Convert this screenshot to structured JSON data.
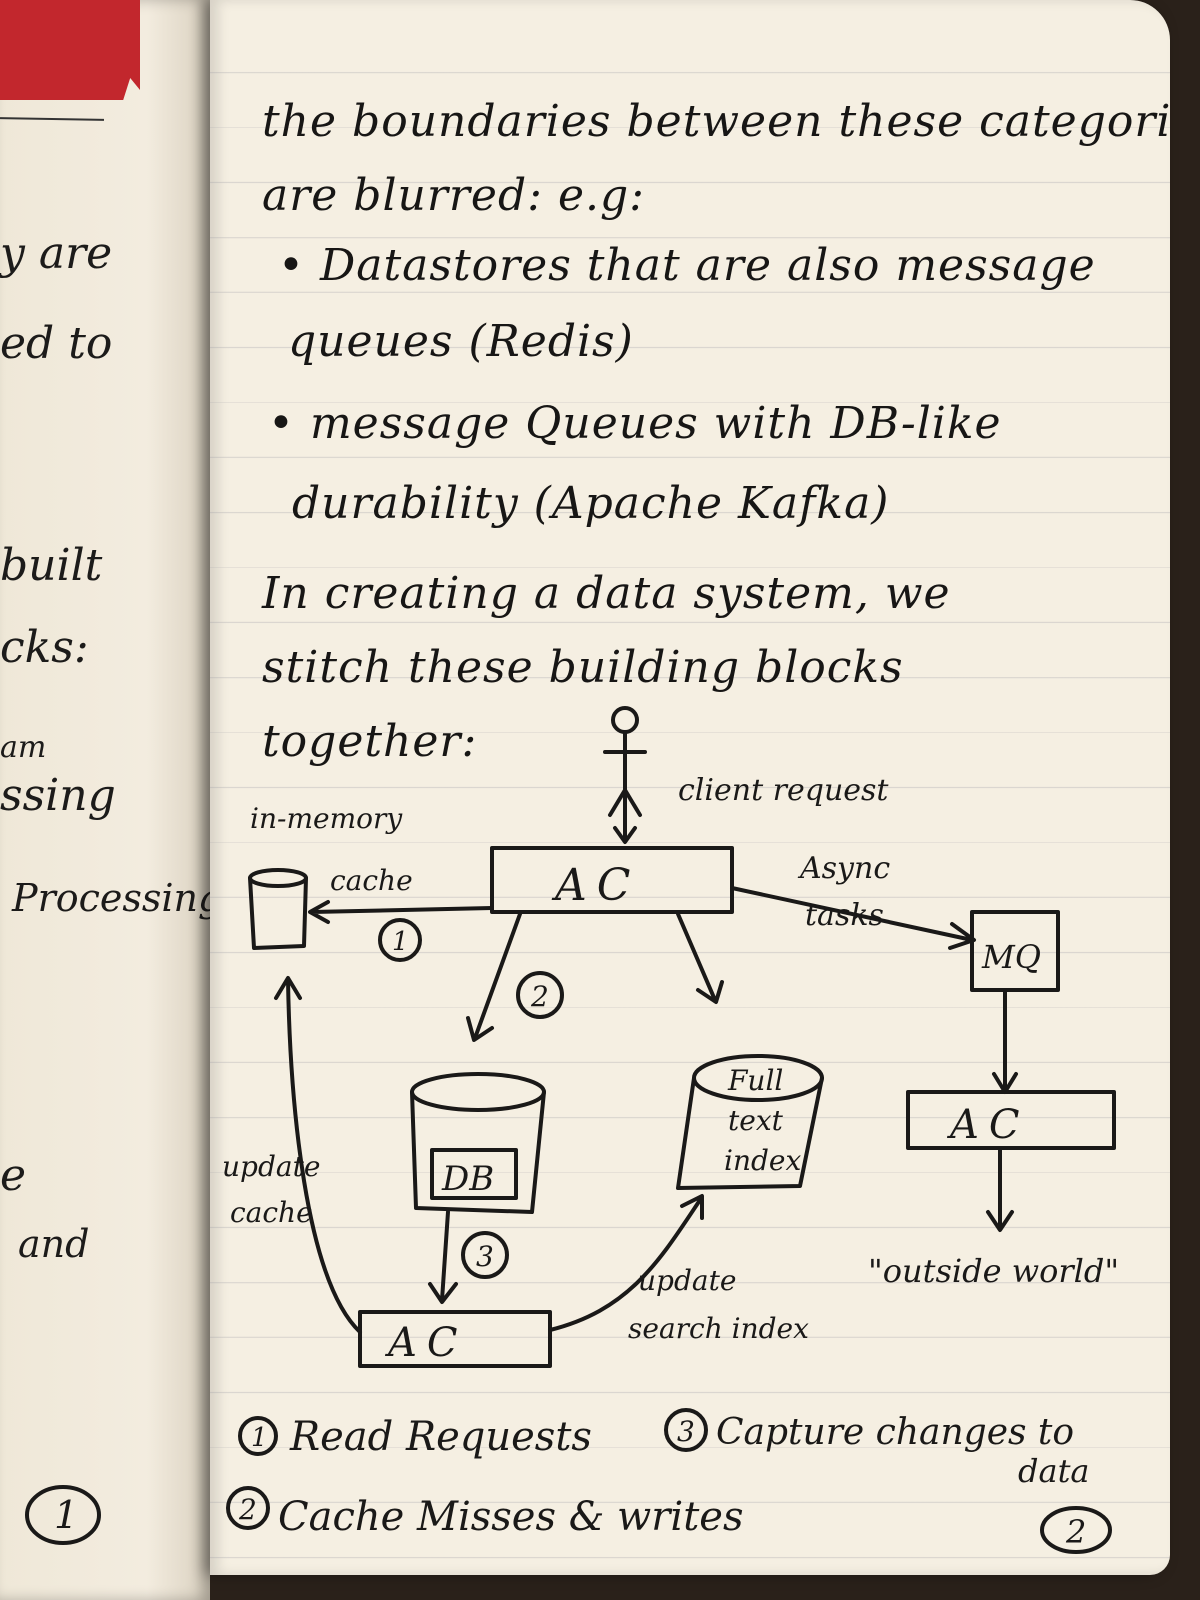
{
  "left_page": {
    "fragments": [
      "y are",
      "ed to",
      "built",
      "cks:",
      "am",
      "ssing",
      "Processing",
      "e",
      "and",
      "1"
    ]
  },
  "right_page": {
    "intro": [
      "the boundaries between these categories",
      "are blurred: e.g:",
      "• Datastores that are also message",
      "queues (Redis)",
      "• message Queues with DB-like",
      "durability (Apache Kafka)",
      "In creating a data system, we",
      "stitch these building blocks",
      "together:"
    ],
    "diagram": {
      "client_label": "client request",
      "cache_label_1": "in-memory",
      "cache_label_2": "cache",
      "ac_top": "AC",
      "async_1": "Async",
      "async_2": "tasks",
      "mq": "MQ",
      "db": "DB",
      "fti_1": "Full",
      "fti_2": "text",
      "fti_3": "index",
      "ac_right": "AC",
      "ac_bottom": "AC",
      "update_cache_1": "update",
      "update_cache_2": "cache",
      "update_index_1": "update",
      "update_index_2": "search index",
      "outside": "\"outside world\"",
      "num1": "1",
      "num2": "2",
      "num3": "3"
    },
    "legend": {
      "item1_num": "1",
      "item1": "Read Requests",
      "item2_num": "2",
      "item2": "Cache Misses & writes",
      "item3_num": "3",
      "item3_a": "Capture changes to",
      "item3_b": "data"
    },
    "page_number": "2"
  }
}
